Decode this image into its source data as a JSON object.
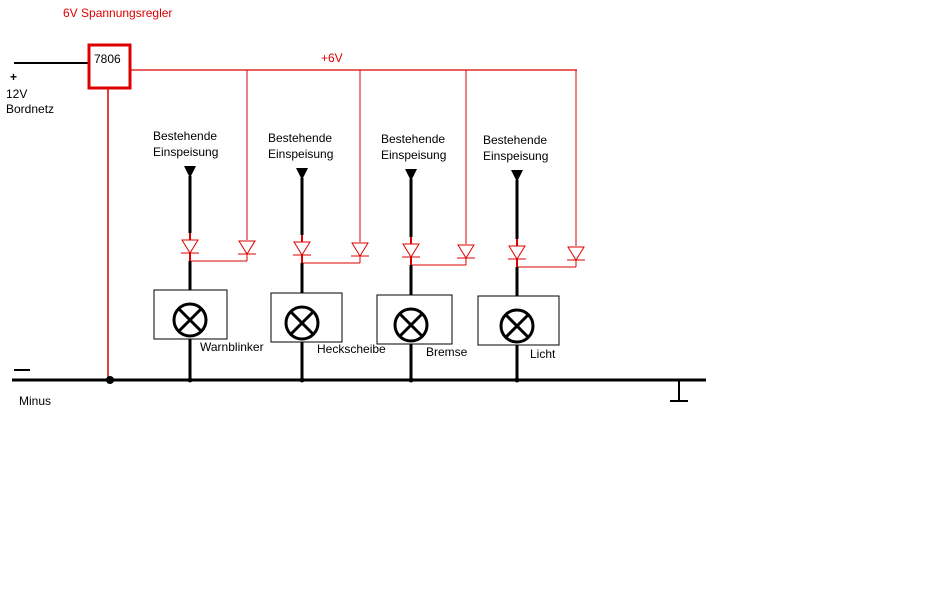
{
  "title": "6V Spannungsregler",
  "regulator": {
    "label": "7806"
  },
  "supply": {
    "plus_symbol": "+",
    "voltage": "12V",
    "name": "Bordnetz"
  },
  "ground": {
    "minus_symbol": "−",
    "label": "Minus"
  },
  "rail": {
    "label": "+6V"
  },
  "channels": [
    {
      "feed_line1": "Bestehende",
      "feed_line2": "Einspeisung",
      "lamp": "Warnblinker"
    },
    {
      "feed_line1": "Bestehende",
      "feed_line2": "Einspeisung",
      "lamp": "Heckscheibe"
    },
    {
      "feed_line1": "Bestehende",
      "feed_line2": "Einspeisung",
      "lamp": "Bremse"
    },
    {
      "feed_line1": "Bestehende",
      "feed_line2": "Einspeisung",
      "lamp": "Licht"
    }
  ],
  "colors": {
    "wire": "#000000",
    "regulated": "#dd0000",
    "title": "#dd0000"
  }
}
